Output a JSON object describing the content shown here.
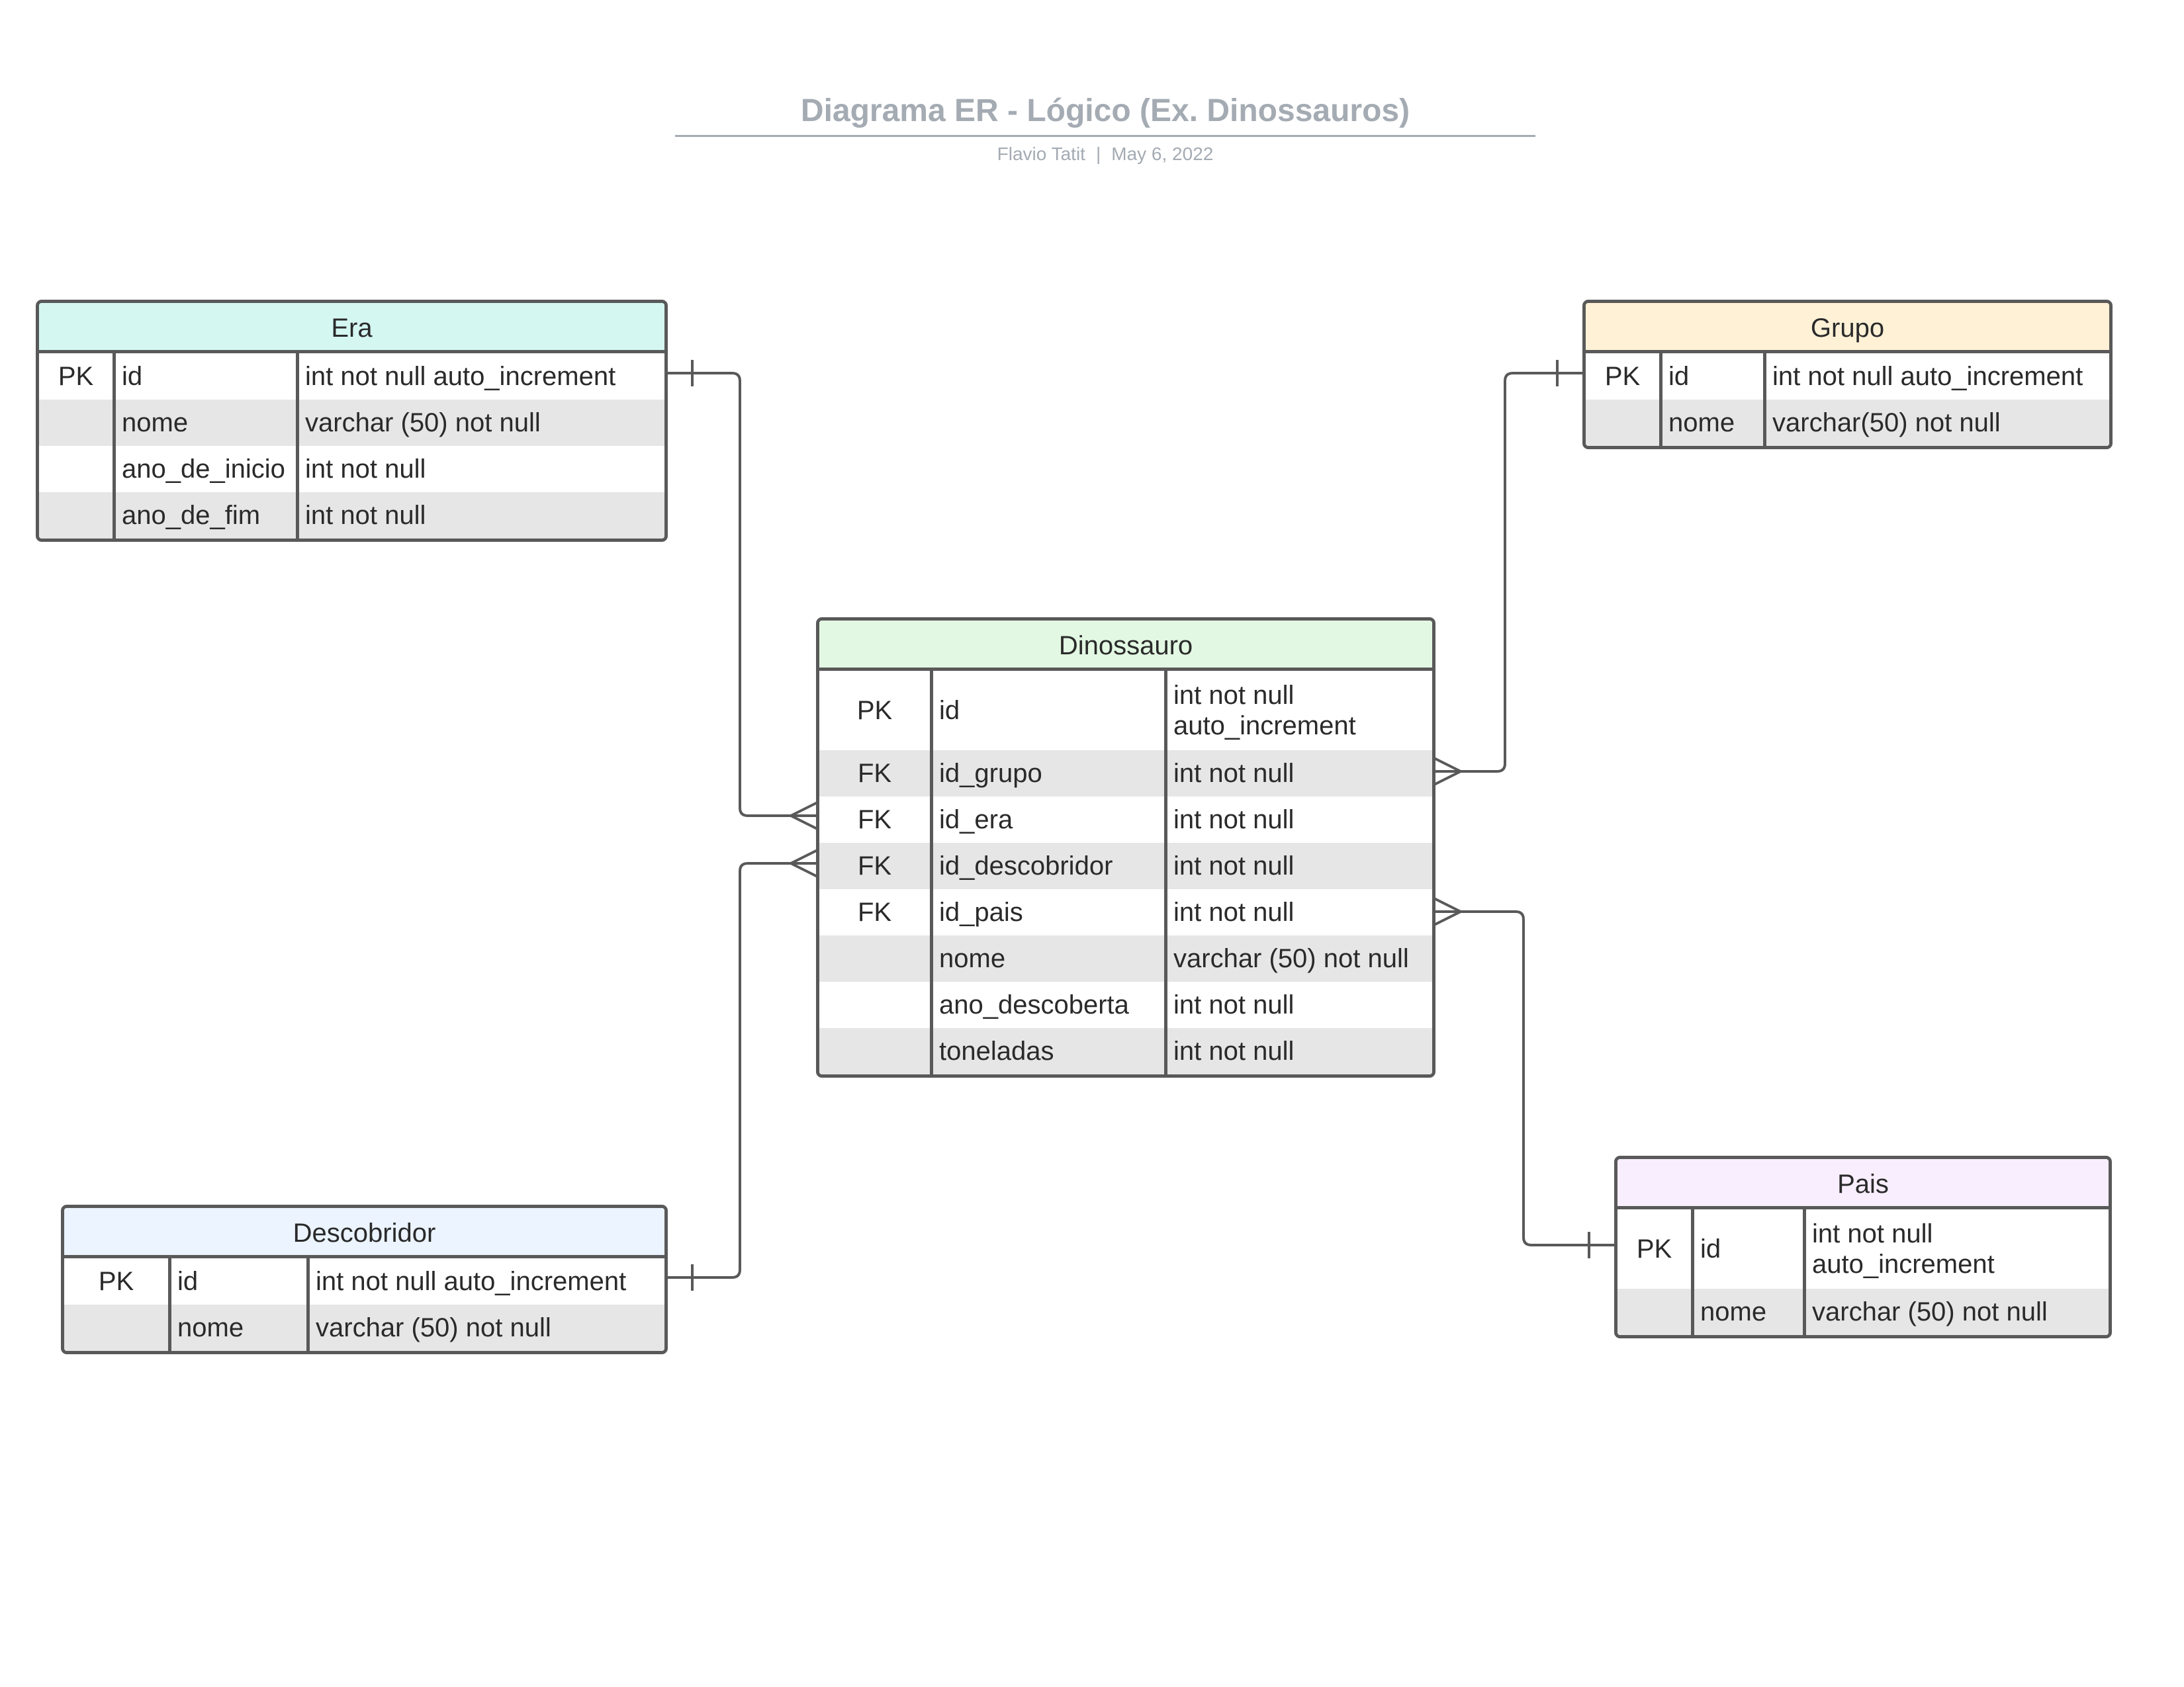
{
  "header": {
    "title": "Diagrama ER - Lógico (Ex. Dinossauros)",
    "author": "Flavio Tatit",
    "separator": "|",
    "date": "May 6, 2022"
  },
  "entities": {
    "era": {
      "name": "Era",
      "header_color": "#d4f7f2",
      "rows": [
        {
          "key": "PK",
          "field": "id",
          "type": "int not null auto_increment"
        },
        {
          "key": "",
          "field": "nome",
          "type": "varchar (50) not null"
        },
        {
          "key": "",
          "field": "ano_de_inicio",
          "type": "int not null"
        },
        {
          "key": "",
          "field": "ano_de_fim",
          "type": "int not null"
        }
      ]
    },
    "grupo": {
      "name": "Grupo",
      "header_color": "#fff1d6",
      "rows": [
        {
          "key": "PK",
          "field": "id",
          "type": "int not null auto_increment"
        },
        {
          "key": "",
          "field": "nome",
          "type": "varchar(50) not null"
        }
      ]
    },
    "dinossauro": {
      "name": "Dinossauro",
      "header_color": "#e2f8e2",
      "rows": [
        {
          "key": "PK",
          "field": "id",
          "type": "int not null auto_increment"
        },
        {
          "key": "FK",
          "field": "id_grupo",
          "type": "int not null"
        },
        {
          "key": "FK",
          "field": "id_era",
          "type": "int not null"
        },
        {
          "key": "FK",
          "field": "id_descobridor",
          "type": "int not null"
        },
        {
          "key": "FK",
          "field": "id_pais",
          "type": "int not null"
        },
        {
          "key": "",
          "field": "nome",
          "type": "varchar (50) not null"
        },
        {
          "key": "",
          "field": "ano_descoberta",
          "type": "int not null"
        },
        {
          "key": "",
          "field": "toneladas",
          "type": "int not null"
        }
      ]
    },
    "descobridor": {
      "name": "Descobridor",
      "header_color": "#ebf4ff",
      "rows": [
        {
          "key": "PK",
          "field": "id",
          "type": "int not null auto_increment"
        },
        {
          "key": "",
          "field": "nome",
          "type": "varchar (50) not null"
        }
      ]
    },
    "pais": {
      "name": "Pais",
      "header_color": "#f8eefe",
      "rows": [
        {
          "key": "PK",
          "field": "id",
          "type": "int not null auto_increment"
        },
        {
          "key": "",
          "field": "nome",
          "type": "varchar (50) not null"
        }
      ]
    }
  },
  "relationships": [
    {
      "from": "Era.id",
      "to": "Dinossauro.id_era",
      "cardinality": "one-to-many"
    },
    {
      "from": "Grupo.id",
      "to": "Dinossauro.id_grupo",
      "cardinality": "one-to-many"
    },
    {
      "from": "Descobridor.id",
      "to": "Dinossauro.id_descobridor",
      "cardinality": "one-to-many"
    },
    {
      "from": "Pais.id",
      "to": "Dinossauro.id_pais",
      "cardinality": "one-to-many"
    }
  ],
  "colors": {
    "line": "#595959",
    "title": "#a4abb3",
    "alt_row": "#e6e6e6"
  }
}
